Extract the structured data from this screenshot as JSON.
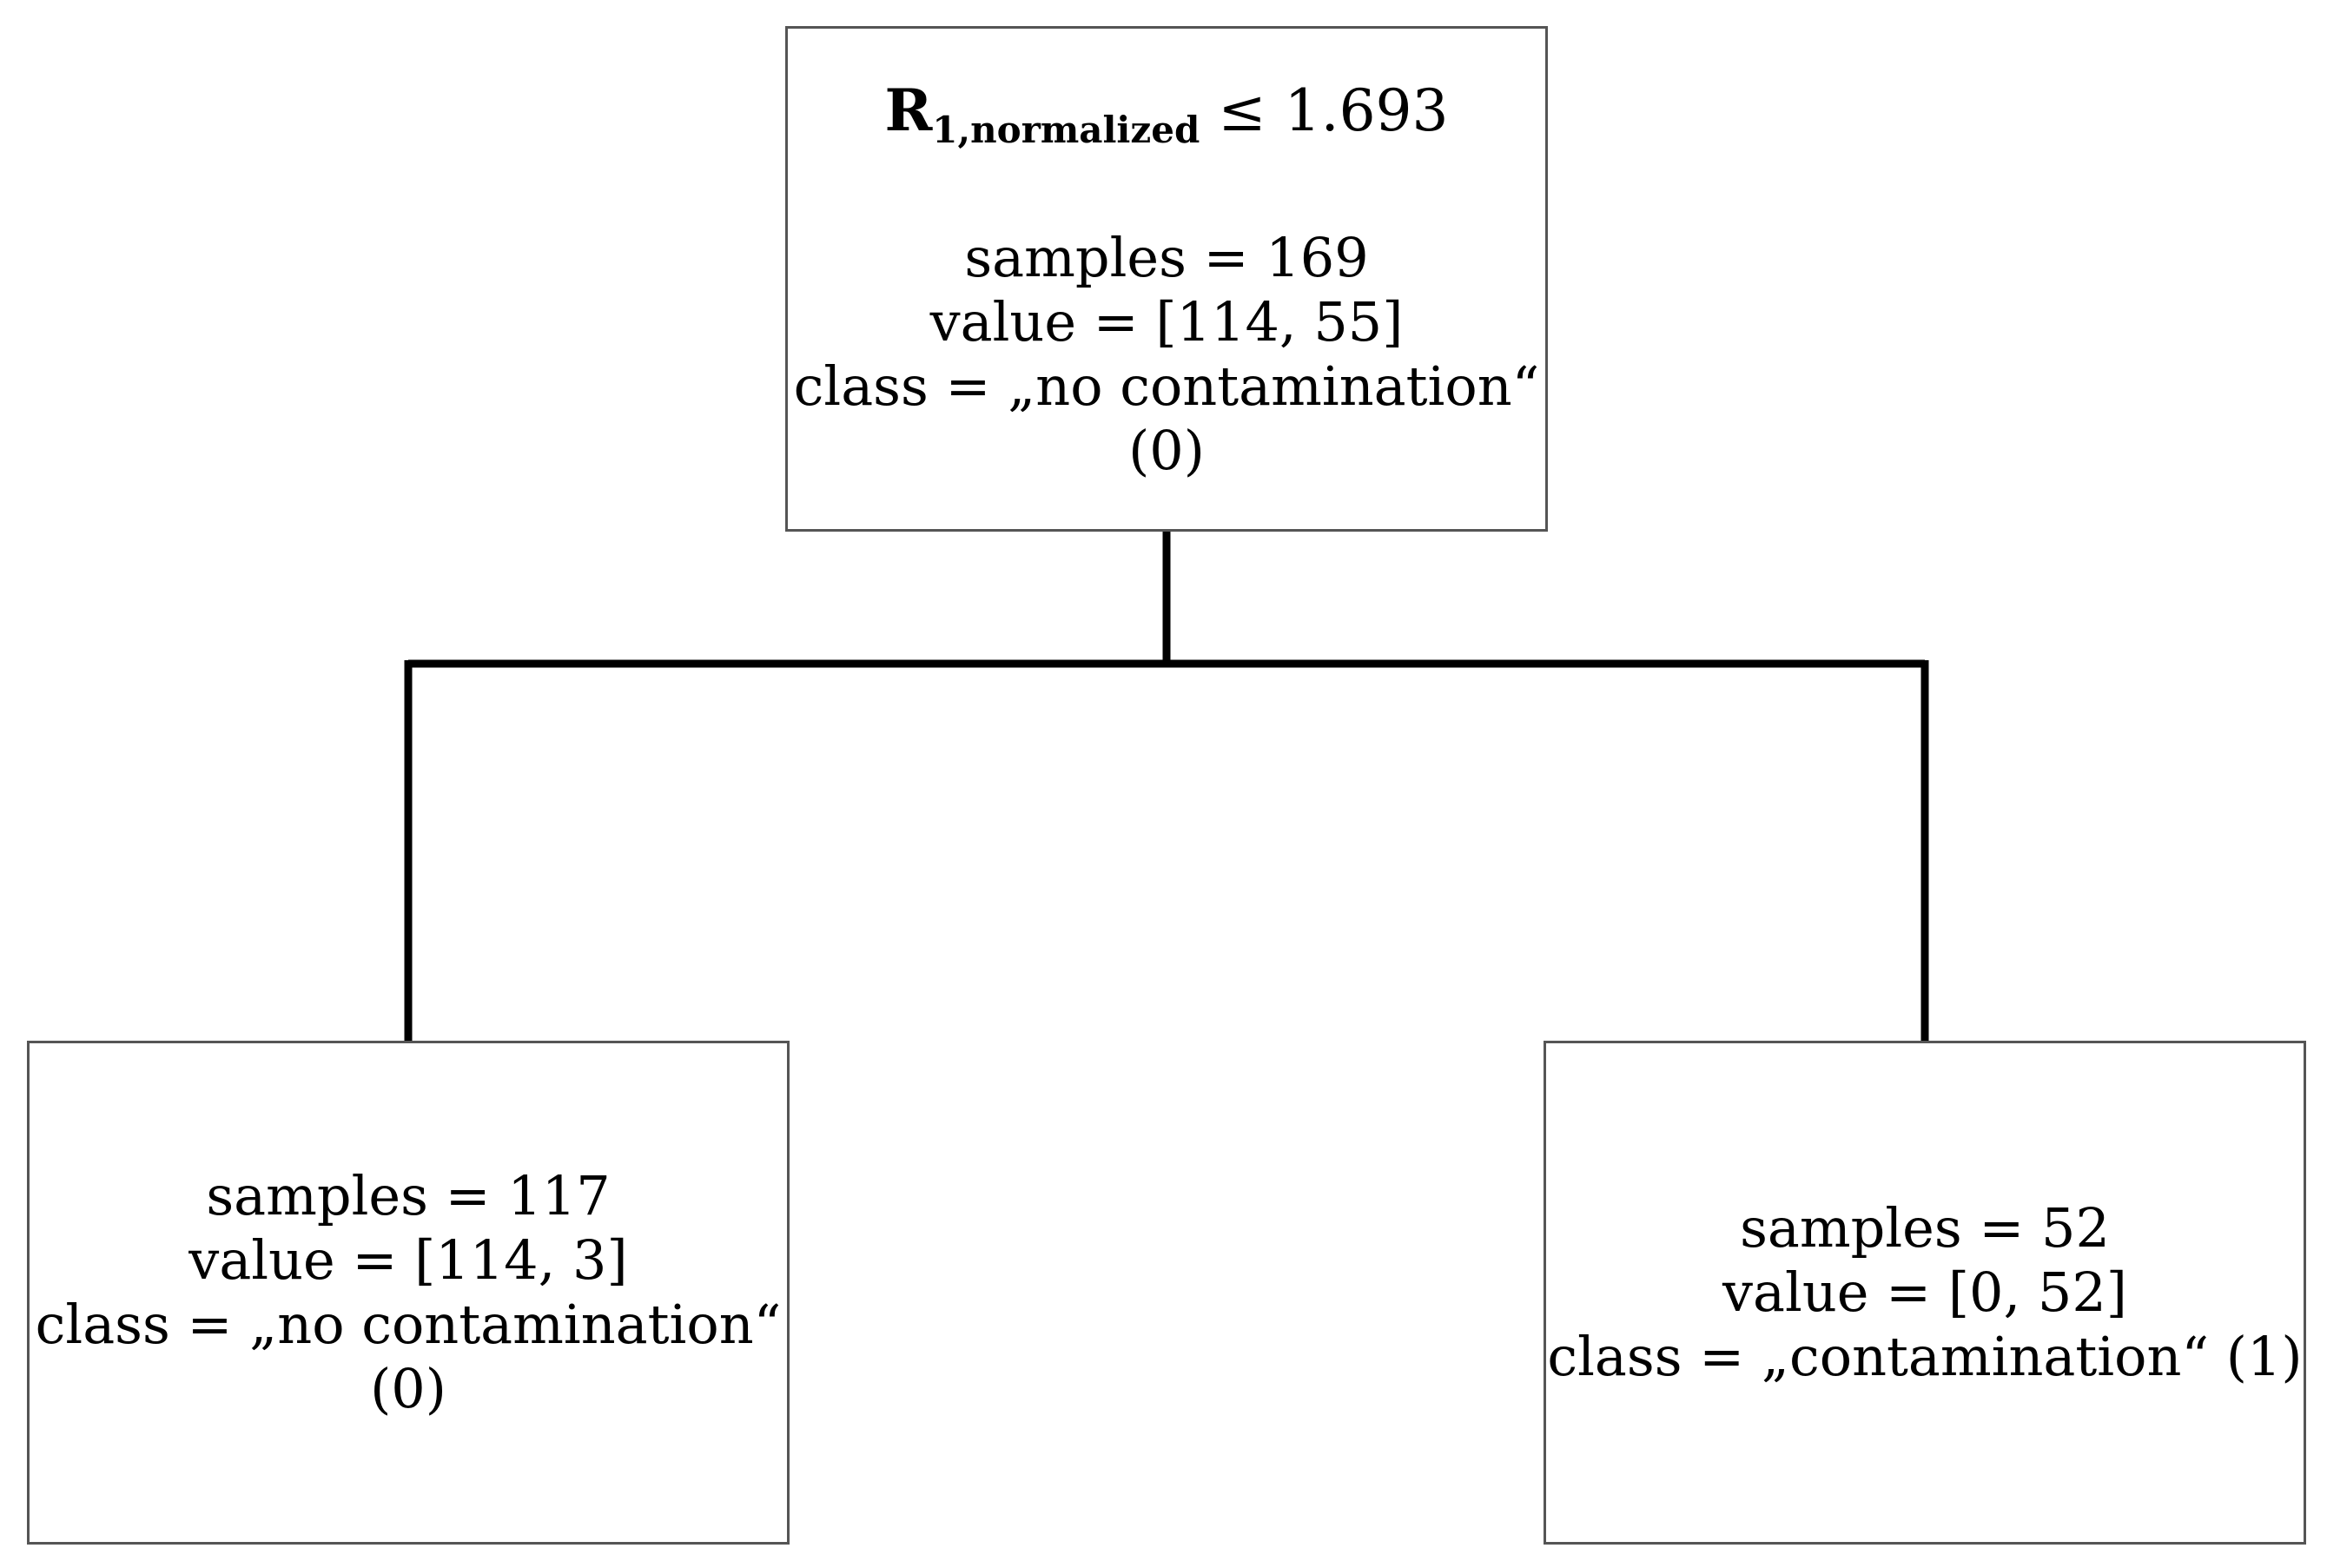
{
  "tree": {
    "root": {
      "split_variable": "R",
      "split_subscript": "1,normalized",
      "split_operator_threshold": "≤ 1.693",
      "samples": "samples = 169",
      "value": "value = [114, 55]",
      "class_line1": "class = „no contamination“",
      "class_line2": "(0)"
    },
    "left": {
      "samples": "samples = 117",
      "value": "value = [114, 3]",
      "class_line1": "class = „no contamination“",
      "class_line2": "(0)"
    },
    "right": {
      "samples": "samples = 52",
      "value": "value = [0, 52]",
      "class_line1": "class = „contamination“ (1)"
    }
  },
  "colors": {
    "node_border": "#555555",
    "edge": "#000000",
    "text": "#000000",
    "background": "#ffffff"
  }
}
